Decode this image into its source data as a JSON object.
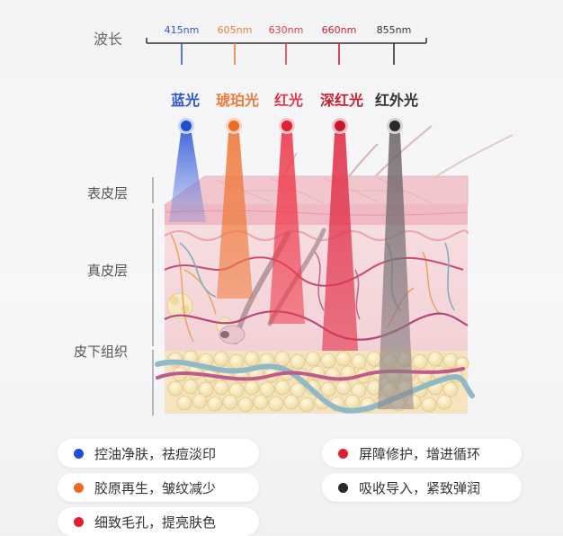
{
  "wavelength": {
    "label": "波长",
    "marks": [
      {
        "value": "415nm",
        "color": "#2f57c9"
      },
      {
        "value": "605nm",
        "color": "#ee7b3c"
      },
      {
        "value": "630nm",
        "color": "#e23b4a"
      },
      {
        "value": "660nm",
        "color": "#c8222f"
      },
      {
        "value": "855nm",
        "color": "#333333"
      }
    ]
  },
  "lights": [
    {
      "name": "蓝光",
      "color": "#2f57c9"
    },
    {
      "name": "琥珀光",
      "color": "#ee7b3c"
    },
    {
      "name": "红光",
      "color": "#e23b4a"
    },
    {
      "name": "深红光",
      "color": "#c8222f"
    },
    {
      "name": "红外光",
      "color": "#333333"
    }
  ],
  "layers": {
    "epidermis": "表皮层",
    "dermis": "真皮层",
    "subcutaneous": "皮下组织"
  },
  "benefits": [
    {
      "text": "控油净肤，祛痘淡印",
      "color": "#1e4fd8"
    },
    {
      "text": "胶原再生，皱纹减少",
      "color": "#f06a22"
    },
    {
      "text": "细致毛孔，提亮肤色",
      "color": "#e0202e"
    },
    {
      "text": "屏障修护，增进循环",
      "color": "#e0202e"
    },
    {
      "text": "吸收导入，紧致弹润",
      "color": "#2a2a2a"
    }
  ]
}
